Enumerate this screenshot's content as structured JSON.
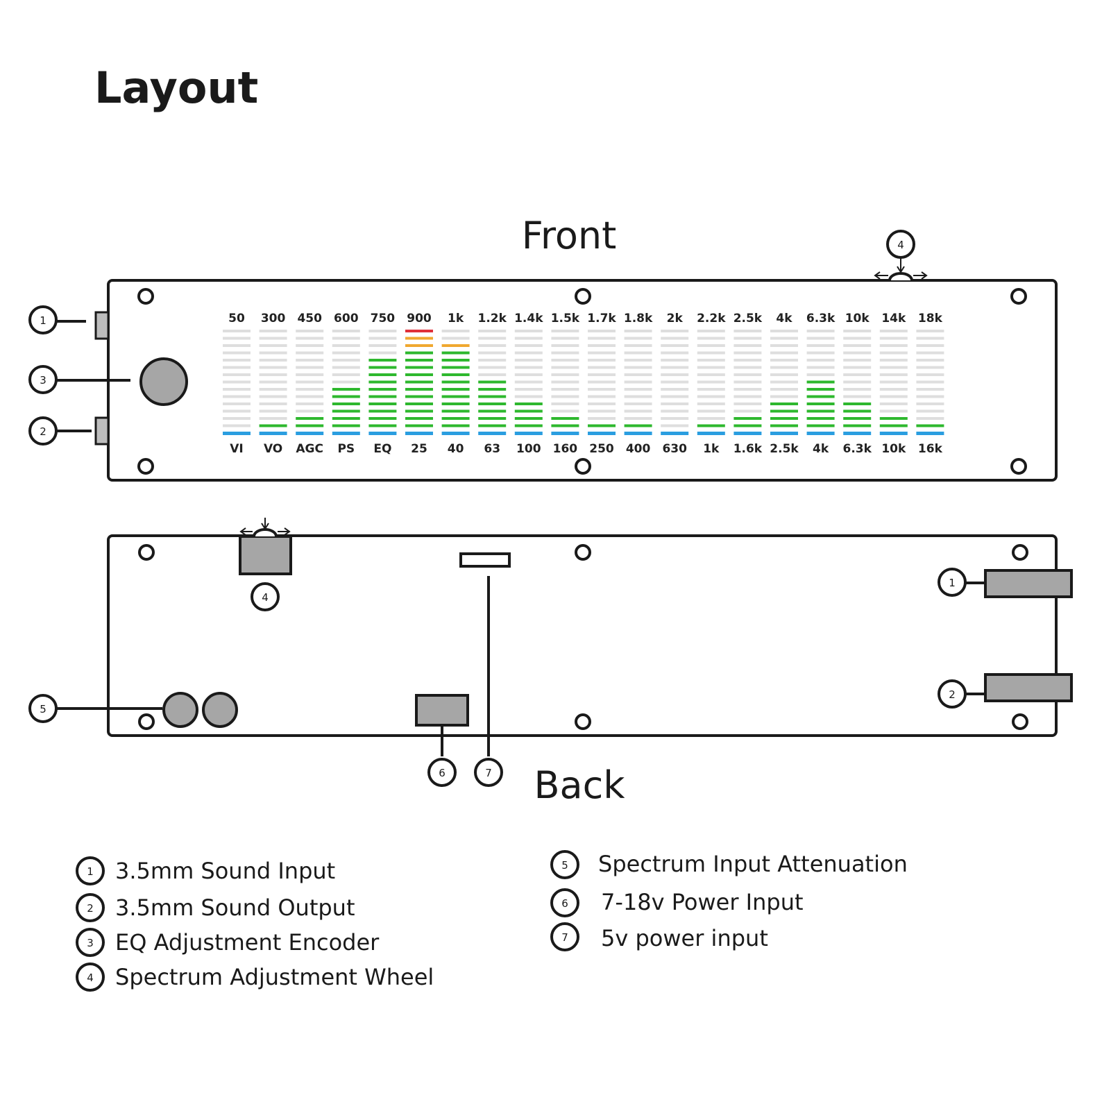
{
  "title": "Layout",
  "front": {
    "label": "Front",
    "top_labels": [
      "50",
      "300",
      "450",
      "600",
      "750",
      "900",
      "1k",
      "1.2k",
      "1.4k",
      "1.5k",
      "1.7k",
      "1.8k",
      "2k",
      "2.2k",
      "2.5k",
      "4k",
      "6.3k",
      "10k",
      "14k",
      "18k"
    ],
    "bottom_labels": [
      "VI",
      "VO",
      "AGC",
      "PS",
      "EQ",
      "25",
      "40",
      "63",
      "100",
      "160",
      "250",
      "400",
      "630",
      "1k",
      "1.6k",
      "2.5k",
      "4k",
      "6.3k",
      "10k",
      "16k"
    ],
    "levels": [
      0,
      1,
      2,
      6,
      10,
      14,
      12,
      7,
      4,
      2,
      1,
      1,
      0,
      1,
      2,
      4,
      7,
      4,
      2,
      1
    ],
    "segments_per_column": 14,
    "colors": {
      "green": "#2eb82e",
      "orange": "#f0a830",
      "red": "#e0303a",
      "blue": "#2a9ee0",
      "off": "#dedede",
      "knob": "#a6a6a6"
    },
    "callouts": [
      "1",
      "3",
      "2",
      "4"
    ]
  },
  "back": {
    "label": "Back",
    "callouts": [
      "4",
      "1",
      "2",
      "5",
      "6",
      "7"
    ]
  },
  "legend": {
    "left": [
      {
        "num": "1",
        "text": "3.5mm Sound Input"
      },
      {
        "num": "2",
        "text": "3.5mm Sound Output"
      },
      {
        "num": "3",
        "text": "EQ Adjustment Encoder"
      },
      {
        "num": "4",
        "text": "Spectrum Adjustment Wheel"
      }
    ],
    "right": [
      {
        "num": "5",
        "text": "Spectrum Input Attenuation"
      },
      {
        "num": "6",
        "text": "7-18v Power Input"
      },
      {
        "num": "7",
        "text": "5v power input"
      }
    ]
  }
}
